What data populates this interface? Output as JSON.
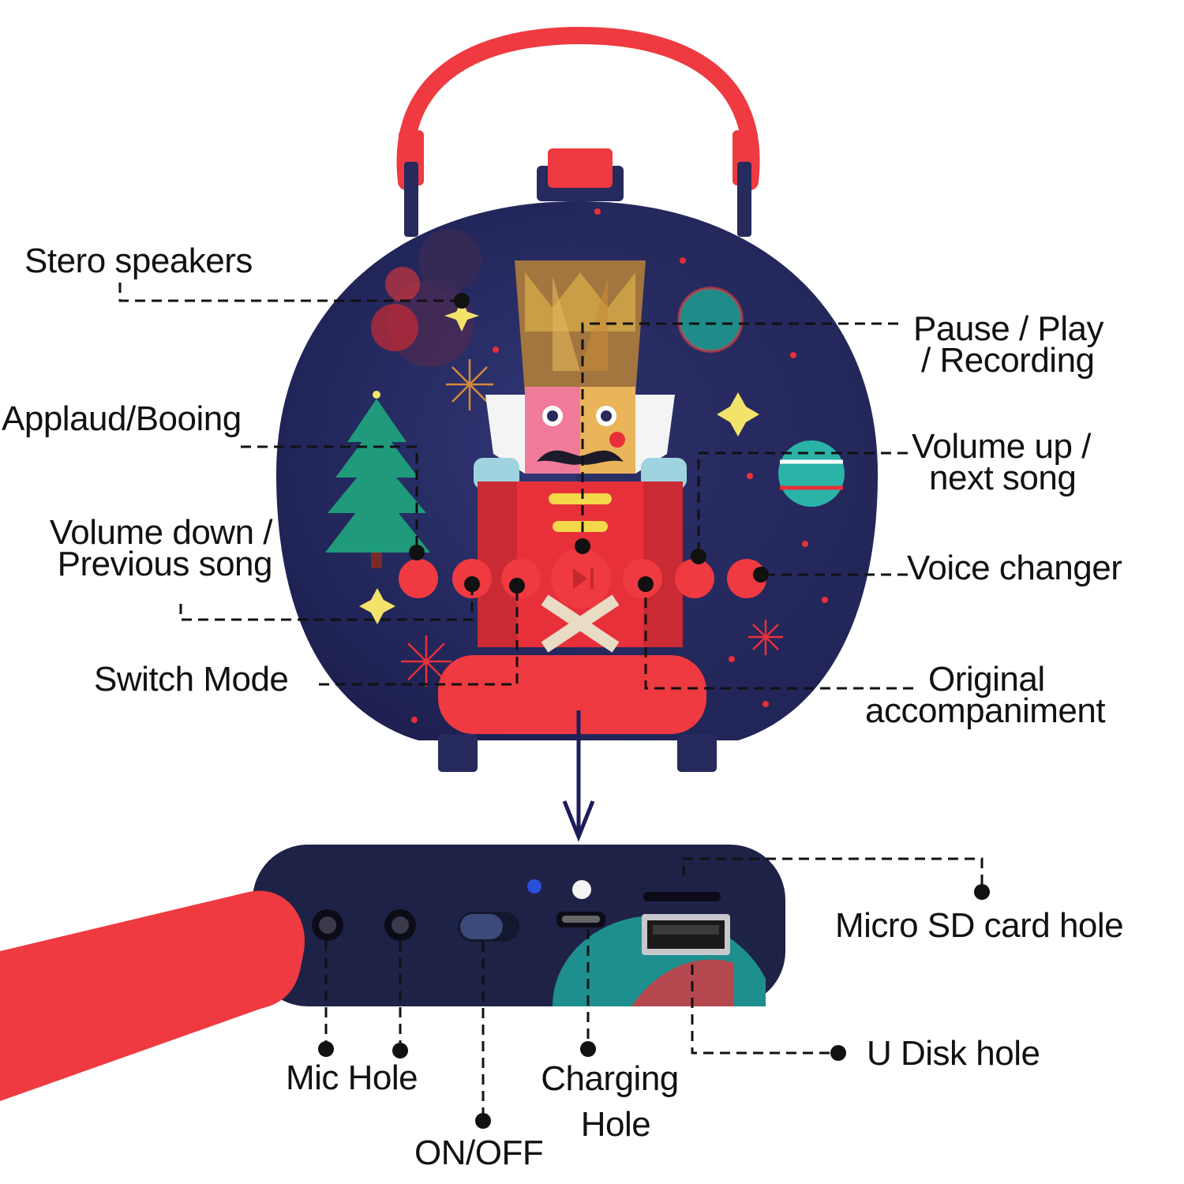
{
  "labels": {
    "stereo_speakers": "Stero speakers",
    "applaud_booing": "Applaud/Booing",
    "volume_down_1": "Volume down /",
    "volume_down_2": "Previous song",
    "switch_mode": "Switch Mode",
    "pause_play_1": "Pause / Play",
    "pause_play_2": "/ Recording",
    "volume_up_1": "Volume up  /",
    "volume_up_2": "next song",
    "voice_changer": "Voice changer",
    "original_1": "Original",
    "original_2": "accompaniment",
    "micro_sd": "Micro SD card hole",
    "u_disk": "U Disk hole",
    "mic_hole": "Mic Hole",
    "charging_1": "Charging",
    "charging_2": "Hole",
    "on_off": "ON/OFF"
  },
  "colors": {
    "body_navy": "#262a5c",
    "accent_red": "#e8303a",
    "handle_red": "#ee3a40",
    "tree_green": "#1f9a7a",
    "ornament_teal": "#2bb3a8",
    "star_yellow": "#f3e36a"
  }
}
